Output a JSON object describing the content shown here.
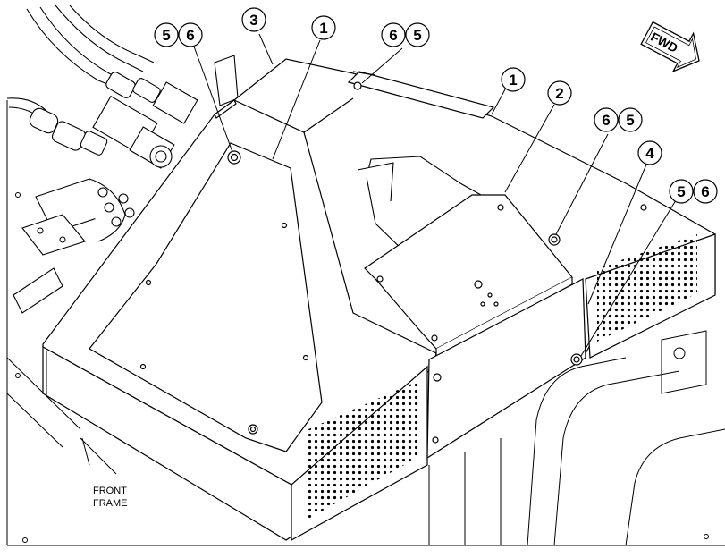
{
  "diagram": {
    "callouts": [
      {
        "id": "c-56-a",
        "left": "5",
        "right": "6"
      },
      {
        "id": "c-3",
        "single": "3"
      },
      {
        "id": "c-1-a",
        "single": "1"
      },
      {
        "id": "c-65-a",
        "left": "6",
        "right": "5"
      },
      {
        "id": "c-1-b",
        "single": "1"
      },
      {
        "id": "c-2",
        "single": "2"
      },
      {
        "id": "c-65-b",
        "left": "6",
        "right": "5"
      },
      {
        "id": "c-4",
        "single": "4"
      },
      {
        "id": "c-56-b",
        "left": "5",
        "right": "6"
      }
    ],
    "direction_label": "FWD",
    "frame_label_line1": "FRONT",
    "frame_label_line2": "FRAME",
    "colors": {
      "ink": "#000000",
      "paper": "#ffffff",
      "screen_dots": "#000000"
    }
  }
}
